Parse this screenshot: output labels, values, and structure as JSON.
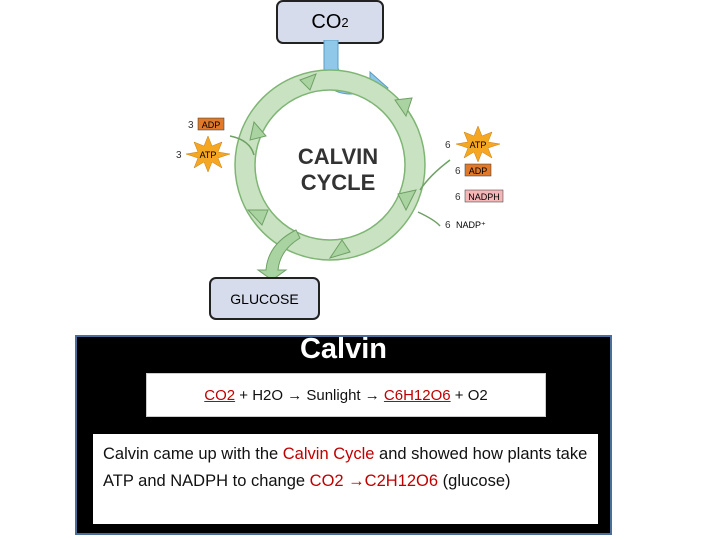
{
  "diagram": {
    "co2_text": "CO",
    "co2_subscript": "2",
    "center_line1": "CALVIN",
    "center_line2": "CYCLE",
    "glucose_label": "GLUCOSE",
    "left_inputs": [
      {
        "count": "3",
        "label": "ADP"
      },
      {
        "count": "3",
        "label": "ATP"
      }
    ],
    "right_inputs": [
      {
        "count": "6",
        "label": "ATP"
      },
      {
        "count": "6",
        "label": "ADP"
      },
      {
        "count": "6",
        "label": "NADPH"
      },
      {
        "count": "6",
        "label": "NADP⁺"
      }
    ]
  },
  "panel": {
    "title": "Calvin",
    "equation": {
      "reactant1": "CO2",
      "plus1": " + H2O → Sunlight → ",
      "product1": "C6H12O6",
      "plus2": " + O2"
    },
    "description": {
      "part1": "Calvin came up with the ",
      "highlight1": "Calvin Cycle",
      "part2": " and showed how plants take ATP and NADPH to change ",
      "highlight2": "CO2 →C2H12O6",
      "part3": " (glucose)"
    }
  },
  "colors": {
    "cycle_arrows": "#a9d3a1",
    "co2_arrow": "#8fc8e8",
    "atp_burst": "#f5a623",
    "adp_box": "#e07a2a",
    "highlight_red": "#c00000",
    "panel_border": "#4a6f9c"
  }
}
